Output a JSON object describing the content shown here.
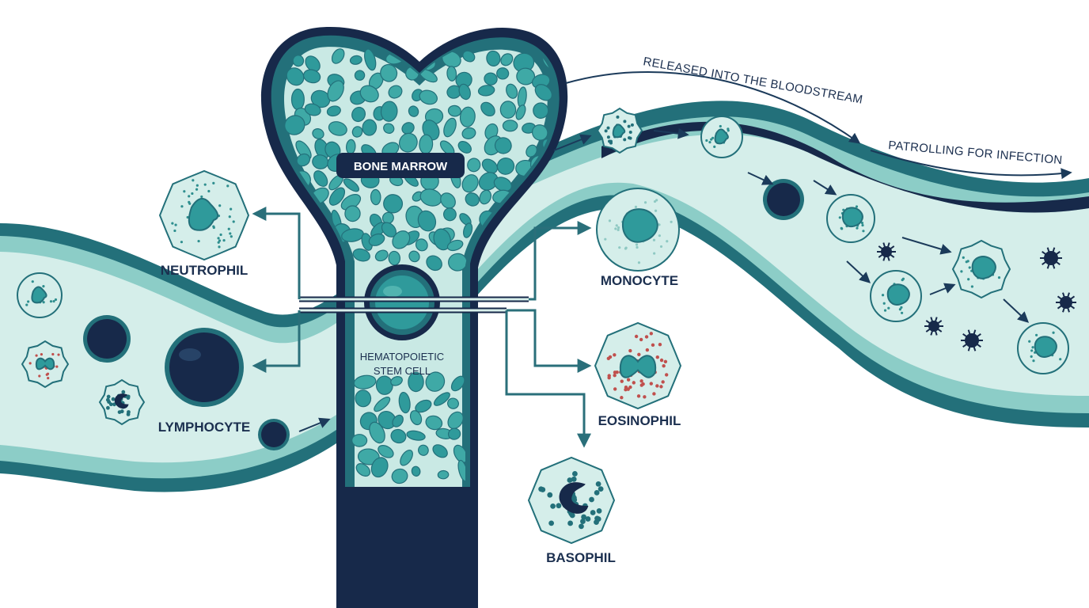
{
  "labels": {
    "bone_marrow": "BONE MARROW",
    "stem_cell_line1": "HEMATOPOIETIC",
    "stem_cell_line2": "STEM CELL",
    "neutrophil": "NEUTROPHIL",
    "lymphocyte": "LYMPHOCYTE",
    "monocyte": "MONOCYTE",
    "eosinophil": "EOSINOPHIL",
    "basophil": "BASOPHIL"
  },
  "flow_labels": {
    "released": "RELEASED INTO THE BLOODSTREAM",
    "patrolling": "PATROLLING FOR INFECTION"
  },
  "colors": {
    "navy": "#17294a",
    "dark_teal": "#23707a",
    "teal": "#2f9a9b",
    "light_teal": "#bfe4df",
    "pale": "#d8efeb"
  }
}
